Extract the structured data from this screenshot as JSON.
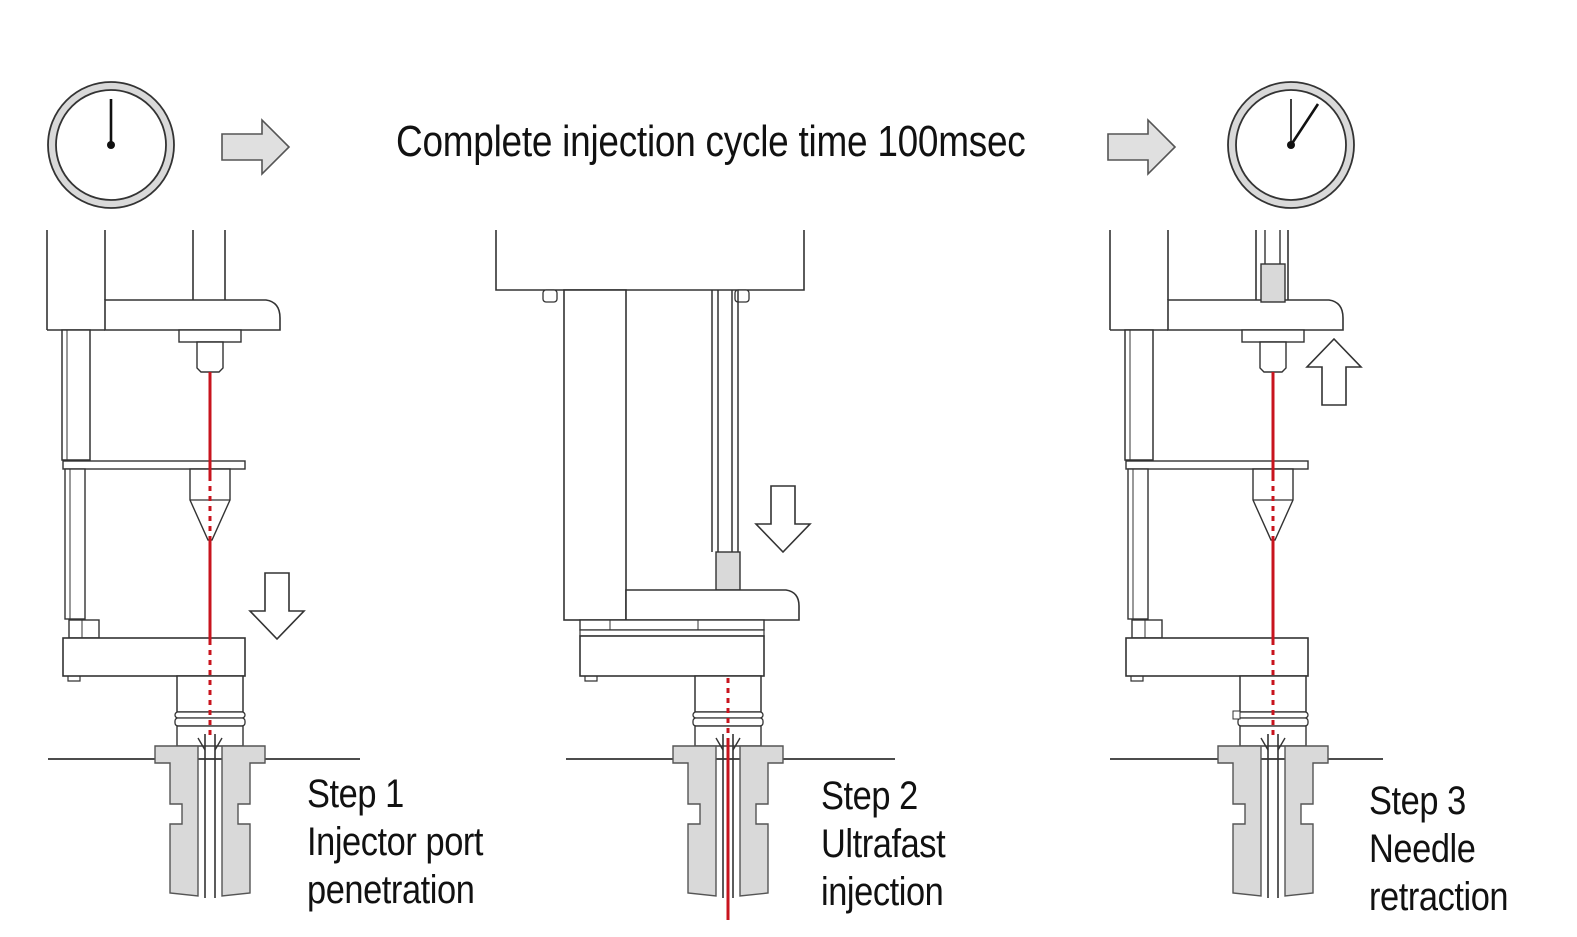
{
  "header": {
    "title": "Complete injection cycle time 100msec"
  },
  "steps": [
    {
      "step": "Step 1",
      "line1": "Injector port",
      "line2": "penetration"
    },
    {
      "step": "Step 2",
      "line1": "Ultrafast",
      "line2": "injection"
    },
    {
      "step": "Step 3",
      "line1": "Needle",
      "line2": "retraction"
    }
  ],
  "colors": {
    "needle": "#c8141e",
    "gray_fill": "#d9d9d9",
    "arrow_fill": "#e0e0e0",
    "outline": "#333333"
  },
  "icons": {
    "start_clock": "clock-icon",
    "end_clock": "clock-icon",
    "arrows": [
      "right-arrow-icon",
      "down-arrow-icon",
      "up-arrow-icon"
    ]
  }
}
